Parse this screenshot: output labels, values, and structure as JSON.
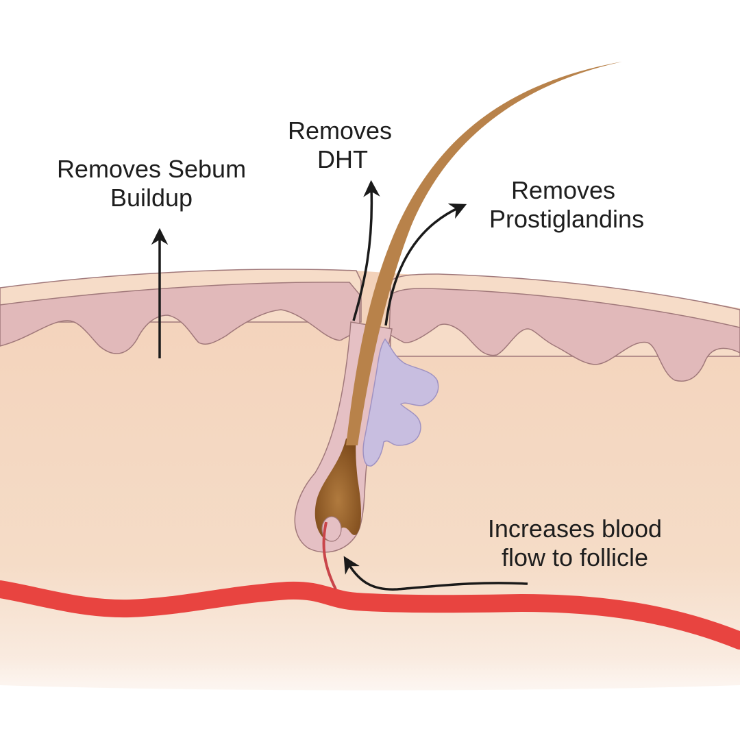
{
  "diagram": {
    "subject": "Hair follicle cross-section with scalp treatment effects",
    "structures": {
      "skin_surface": "stratum-corneum",
      "epidermis": "epidermis",
      "dermis": "dermis",
      "hair_shaft": "hair-shaft",
      "hair_bulb": "hair-bulb",
      "sebaceous_gland": "sebaceous-gland",
      "blood_vessel": "blood-vessel",
      "capillary": "follicle-capillary"
    },
    "annotations": [
      {
        "id": "sebum",
        "lines": [
          "Removes Sebum",
          "Buildup"
        ],
        "arrow": "up"
      },
      {
        "id": "dht",
        "lines": [
          "Removes",
          "DHT"
        ],
        "arrow": "up"
      },
      {
        "id": "prostaglandins",
        "lines": [
          "Removes",
          "Prostiglandins"
        ],
        "arrow": "up-right"
      },
      {
        "id": "blood",
        "lines": [
          "Increases blood",
          "flow to follicle"
        ],
        "arrow": "left-toward-bulb"
      }
    ],
    "colors": {
      "background": "#ffffff",
      "dermis": "#f4d7c0",
      "epidermis": "#e1b9ba",
      "surface_layer": "#f6dcc8",
      "outline": "#a0787a",
      "hair": "#b8824a",
      "hair_bulb": "#8a5520",
      "gland": "#c8bee0",
      "gland_outline": "#9f92c2",
      "blood_vessel": "#e84440",
      "capillary": "#c9454a",
      "arrow": "#1a1a1a",
      "text": "#1e1e1e"
    }
  }
}
